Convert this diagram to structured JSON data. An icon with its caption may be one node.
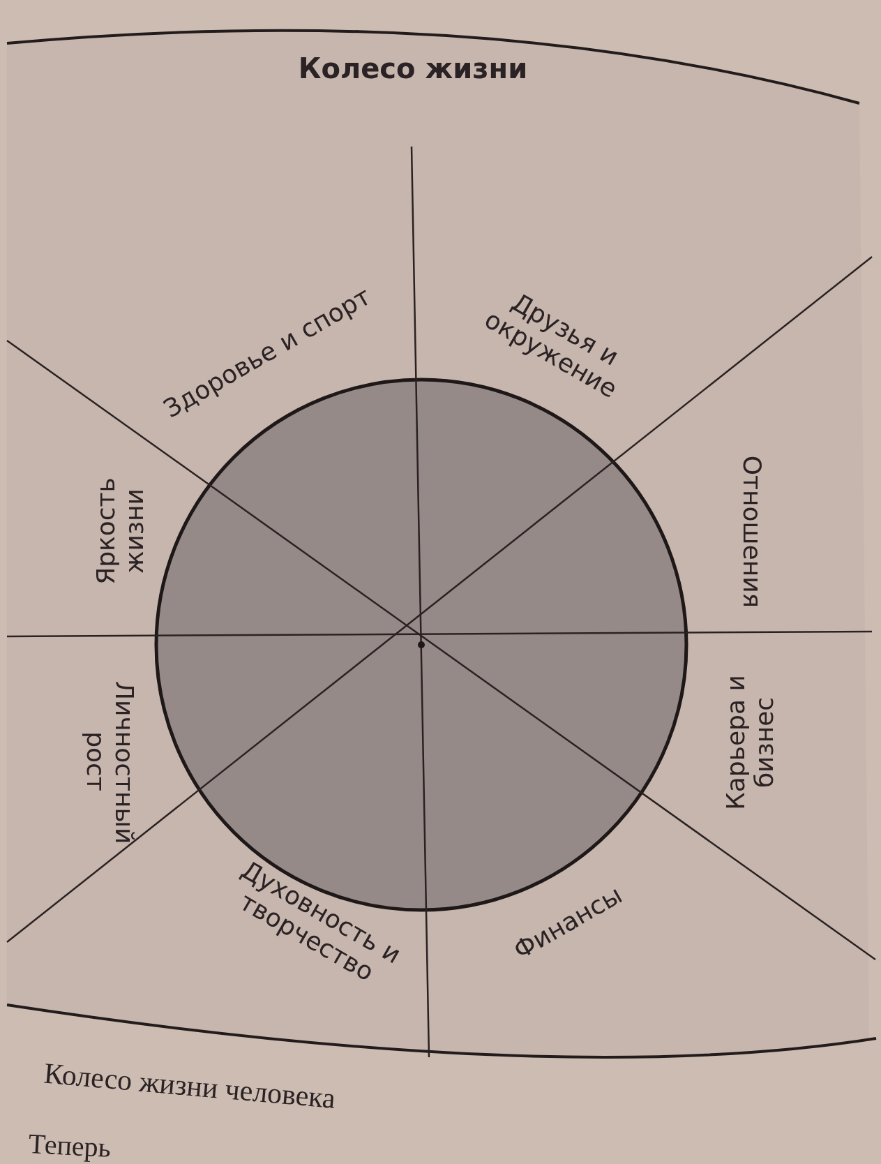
{
  "diagram": {
    "title": "Колесо жизни",
    "caption": "Колесо жизни человека",
    "labels": [
      "Здоровье и спорт",
      "Друзья и окружение",
      "Отношения",
      "Карьера и бизнес",
      "Финансы",
      "Духовность и творчество",
      "Личностный рост",
      "Яркость жизни",
      "Теперь"
    ]
  }
}
